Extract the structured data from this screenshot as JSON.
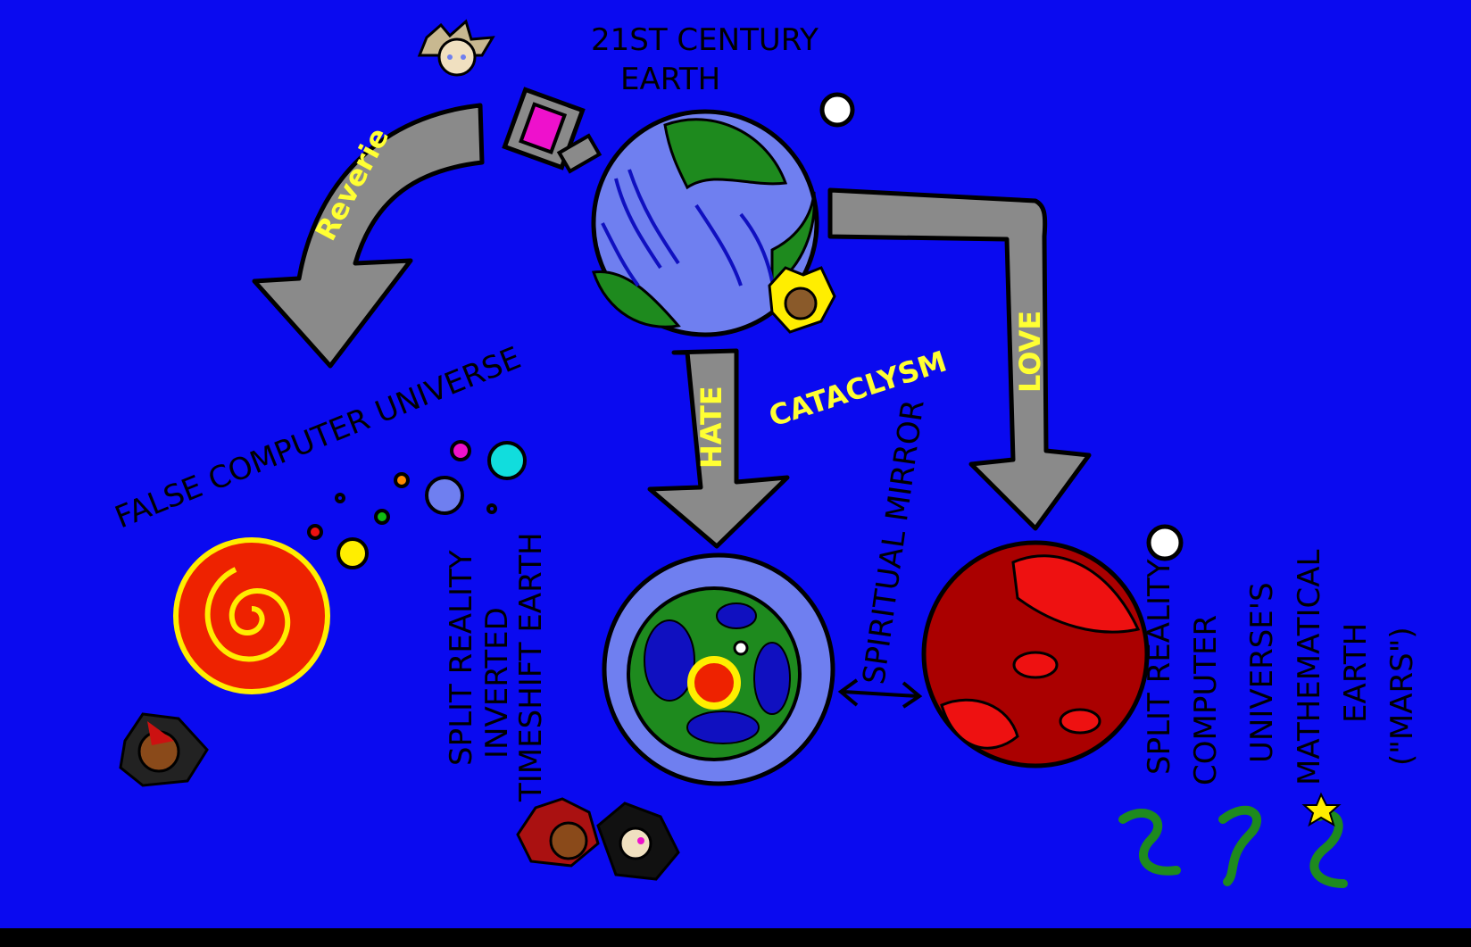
{
  "labels": {
    "earth_title_line1": "21ST CENTURY",
    "earth_title_line2": "EARTH",
    "reverie": "Reverie",
    "hate": "HATE",
    "love": "LOVE",
    "cataclysm": "CATACLYSM",
    "false_computer_universe": "FALSE COMPUTER UNIVERSE",
    "spiritual_mirror": "SPIRITUAL MIRROR",
    "inverted_line1": "SPLIT REALITY",
    "inverted_line2": "INVERTED",
    "inverted_line3": "TIMESHIFT EARTH",
    "mars_line1": "SPLIT REALITY",
    "mars_line2": "COMPUTER",
    "mars_line3": "UNIVERSE'S",
    "mars_line4": "MATHEMATICAL",
    "mars_line5": "EARTH",
    "mars_line6": "(\"MARS\")"
  },
  "colors": {
    "background": "#0a0af0",
    "arrow": "#8a8a8a",
    "outline": "#000000",
    "ocean": "#6f7ff0",
    "land": "#1e8a1e",
    "mars": "#ee1111",
    "mars_dark": "#aa0000",
    "sun": "#ee2200",
    "spiral": "#ffee00",
    "label_yellow": "#ffff33",
    "moon": "#ffffff"
  }
}
